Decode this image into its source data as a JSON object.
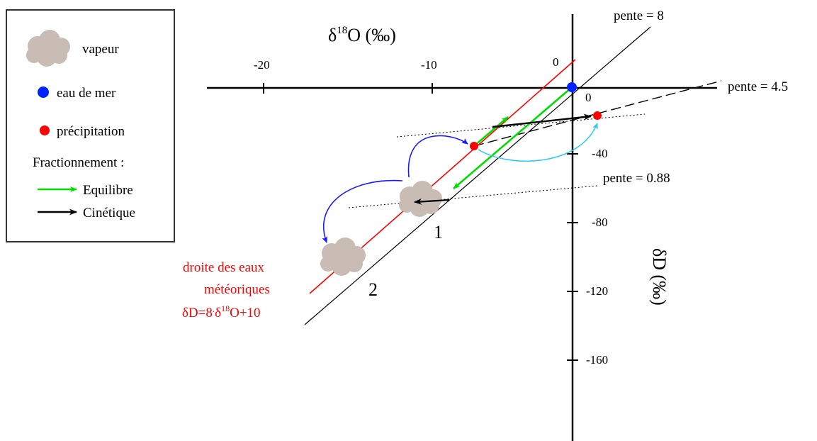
{
  "legend": {
    "vapour": "vapeur",
    "seawater": "eau de mer",
    "precipitation": "précipitation",
    "fractionation_title": "Fractionnement :",
    "equilibrium": "Equilibre",
    "kinetic": "Cinétique"
  },
  "axes": {
    "x_title_delta": "δ",
    "x_title_sup": "18",
    "x_title_rest": "O  (‰)",
    "y_title": "δD (‰)",
    "x_ticks": [
      {
        "label": "-20",
        "value": -20
      },
      {
        "label": "-10",
        "value": -10
      },
      {
        "label": "0",
        "value": 0
      }
    ],
    "x_origin_label_right": "0",
    "y_ticks": [
      {
        "label": "-40",
        "value": -40
      },
      {
        "label": "-80",
        "value": -80
      },
      {
        "label": "-120",
        "value": -120
      },
      {
        "label": "-160",
        "value": -160
      }
    ]
  },
  "slopes": {
    "s8": "pente = 8",
    "s45": "pente = 4.5",
    "s088": "pente = 0.88"
  },
  "vapour_numbers": {
    "one": "1",
    "two": "2"
  },
  "gmwl": {
    "line1": "droite des eaux",
    "line2": "météoriques",
    "eq_a": "δD=8",
    "eq_dot": ".",
    "eq_delta": "δ",
    "eq_sup": "18",
    "eq_b": "O+10"
  },
  "colors": {
    "gmwl": "#ff0000",
    "equilibrium": "#00dd00",
    "kinetic": "#000000",
    "transport": "#1a1aff",
    "return": "#33ccee",
    "seawater": "#0022ff",
    "precipitation": "#ff0000",
    "cloud": "#c8bcb4"
  }
}
